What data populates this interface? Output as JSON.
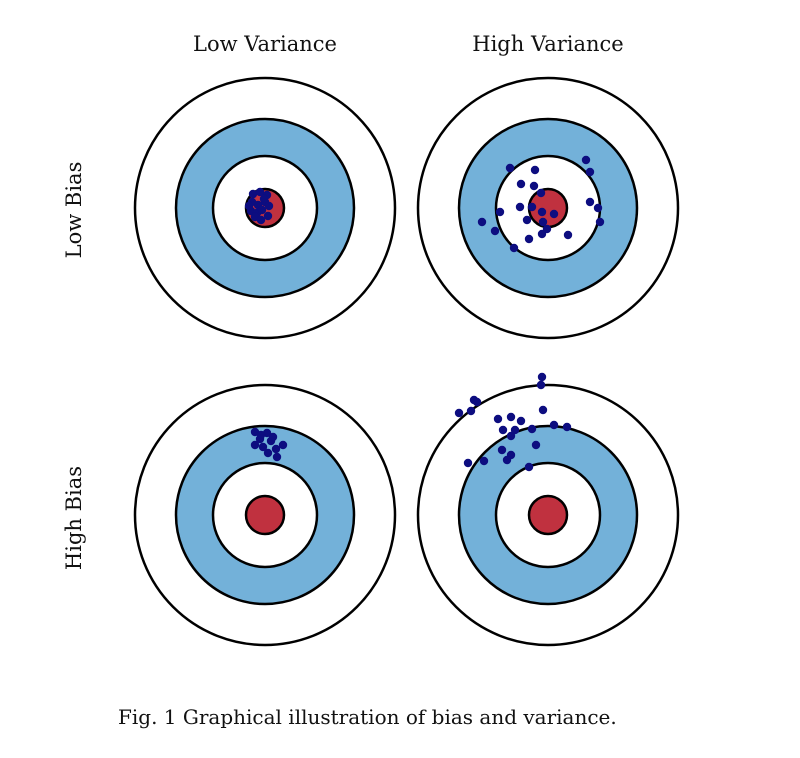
{
  "labels": {
    "col_low": "Low Variance",
    "col_high": "High Variance",
    "row_low": "Low Bias",
    "row_high": "High Bias"
  },
  "caption": "Fig. 1 Graphical illustration of bias and variance.",
  "colors": {
    "ring_blue": "#73b1d9",
    "bullseye_red": "#c0313f",
    "dot": "#0d0d80",
    "outline": "#000000"
  },
  "panels": [
    {
      "name": "low-bias-low-variance"
    },
    {
      "name": "low-bias-high-variance"
    },
    {
      "name": "high-bias-low-variance"
    },
    {
      "name": "high-bias-high-variance"
    }
  ]
}
